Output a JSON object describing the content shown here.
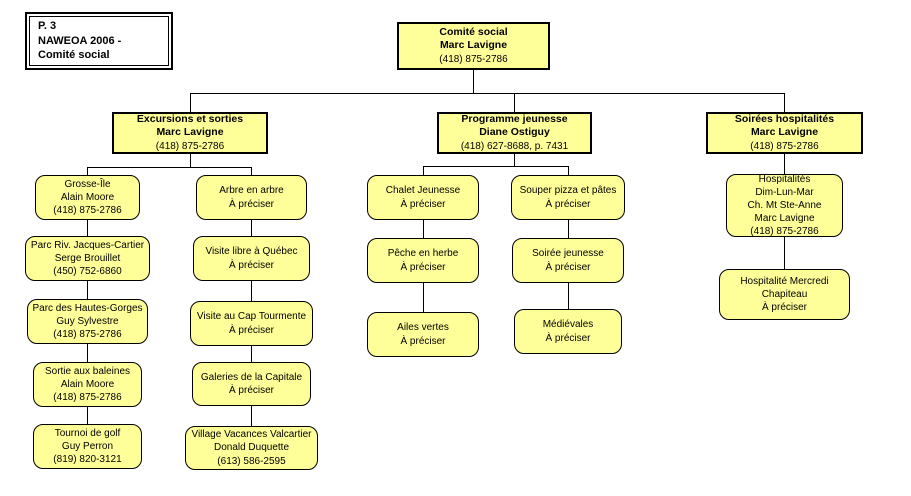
{
  "title_box": {
    "lines": [
      "P. 3",
      "NAWEOA 2006 -",
      "Comité social"
    ]
  },
  "colors": {
    "node_fill": "#FFFF99",
    "node_border": "#000000",
    "background": "#FFFFFF"
  },
  "org": {
    "root": {
      "lines": [
        "Comité social",
        "Marc Lavigne",
        "(418) 875-2786"
      ]
    },
    "branches": [
      {
        "box": {
          "lines": [
            "Excursions et sorties",
            "Marc Lavigne",
            "(418) 875-2786"
          ]
        },
        "columns": [
          [
            {
              "lines": [
                "Grosse-Île",
                "Alain Moore",
                "(418) 875-2786"
              ]
            },
            {
              "lines": [
                "Parc Riv. Jacques-Cartier",
                "Serge Brouillet",
                "(450) 752-6860"
              ]
            },
            {
              "lines": [
                "Parc des Hautes-Gorges",
                "Guy Sylvestre",
                "(418) 875-2786"
              ]
            },
            {
              "lines": [
                "Sortie aux baleines",
                "Alain Moore",
                "(418) 875-2786"
              ]
            },
            {
              "lines": [
                "Tournoi de golf",
                "Guy Perron",
                "(819) 820-3121"
              ]
            }
          ],
          [
            {
              "lines": [
                "Arbre en arbre",
                "À préciser"
              ]
            },
            {
              "lines": [
                "Visite libre à Québec",
                "À préciser"
              ]
            },
            {
              "lines": [
                "Visite au Cap Tourmente",
                "À préciser"
              ]
            },
            {
              "lines": [
                "Galeries de la Capitale",
                "À préciser"
              ]
            },
            {
              "lines": [
                "Village Vacances Valcartier",
                "Donald Duquette",
                "(613) 586-2595"
              ]
            }
          ]
        ]
      },
      {
        "box": {
          "lines": [
            "Programme jeunesse",
            "Diane Ostiguy",
            "(418) 627-8688, p. 7431"
          ]
        },
        "columns": [
          [
            {
              "lines": [
                "Chalet Jeunesse",
                "À préciser"
              ]
            },
            {
              "lines": [
                "Pêche en herbe",
                "À préciser"
              ]
            },
            {
              "lines": [
                "Ailes vertes",
                "À préciser"
              ]
            }
          ],
          [
            {
              "lines": [
                "Souper pizza et pâtes",
                "À préciser"
              ]
            },
            {
              "lines": [
                "Soirée jeunesse",
                "À préciser"
              ]
            },
            {
              "lines": [
                "Médiévales",
                "À préciser"
              ]
            }
          ]
        ]
      },
      {
        "box": {
          "lines": [
            "Soirées hospitalités",
            "Marc Lavigne",
            "(418) 875-2786"
          ]
        },
        "columns": [
          [
            {
              "lines": [
                "Hospitalités",
                "Dim-Lun-Mar",
                "Ch. Mt Ste-Anne",
                "Marc Lavigne",
                "(418) 875-2786"
              ]
            },
            {
              "lines": [
                "Hospitalité Mercredi",
                "Chapiteau",
                "À préciser"
              ]
            }
          ]
        ]
      }
    ]
  }
}
